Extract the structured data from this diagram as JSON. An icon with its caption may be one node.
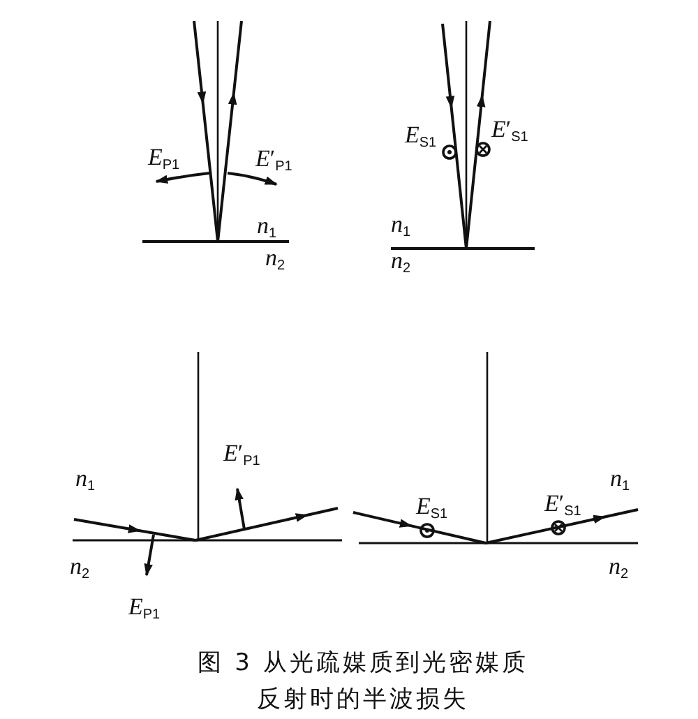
{
  "diagram": {
    "caption": "图 3 从光疏媒质到光密媒质反射时的半波损失",
    "labels": [
      "*E*$_{P1}$",
      "*E*′$_{P1}$",
      "*n*$_{1}$",
      "*n*$_{2}$",
      "*E*$_{S1}$",
      "*E*′$_{S1}$",
      "*n*$_{1}$",
      "*n*$_{2}$",
      "*n*$_{1}$",
      "*E*′$_{P1}$",
      "*n*$_{2}$",
      "*E*$_{P1}$",
      "*E*$_{S1}$",
      "*E*′$_{S1}$",
      "*n*$_{1}$",
      "*n*$_{2}$"
    ]
  }
}
